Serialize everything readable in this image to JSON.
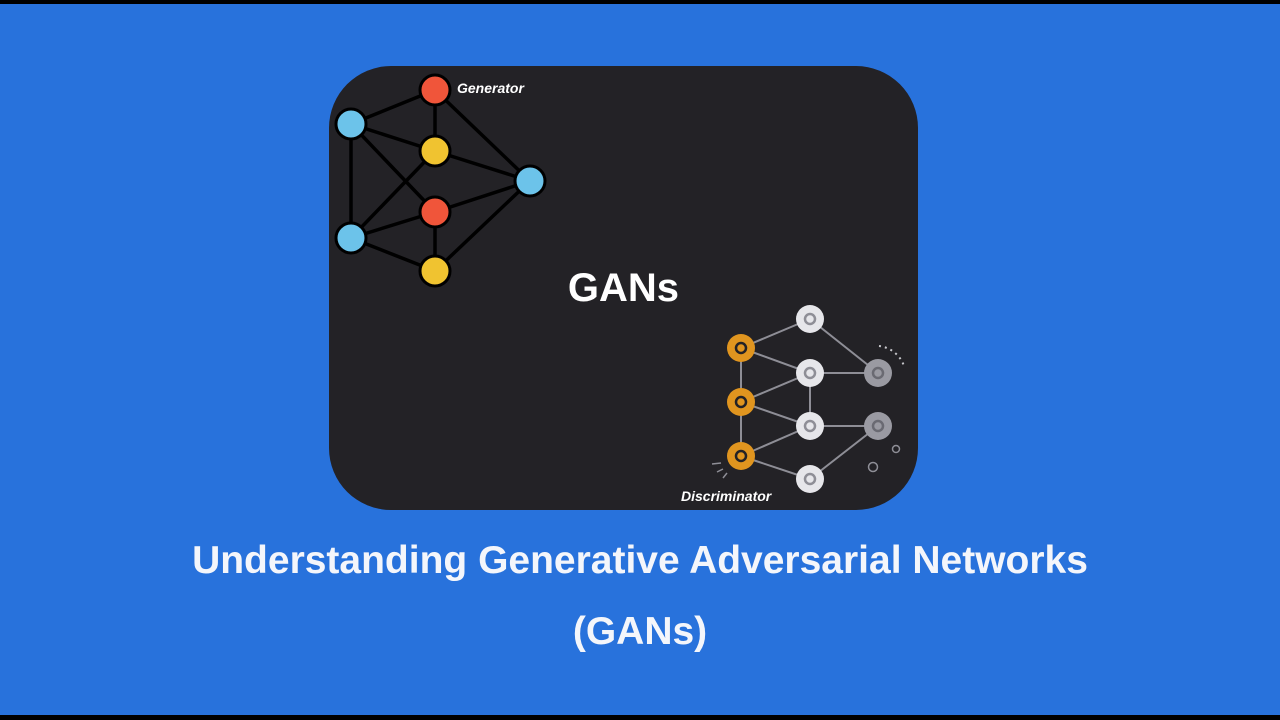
{
  "slide": {
    "center_title": "GANs",
    "generator_label": "Generator",
    "discriminator_label": "Discriminator",
    "caption_line1": "Understanding Generative Adversarial Networks",
    "caption_line2": "(GANs)"
  },
  "colors": {
    "background": "#2872dc",
    "card": "#232226",
    "node_blue": "#6cc3ea",
    "node_red": "#f0553a",
    "node_yellow": "#f0c330",
    "node_orange": "#e0951f",
    "node_white": "#e6e6ea",
    "node_gray": "#9a9aa2"
  }
}
